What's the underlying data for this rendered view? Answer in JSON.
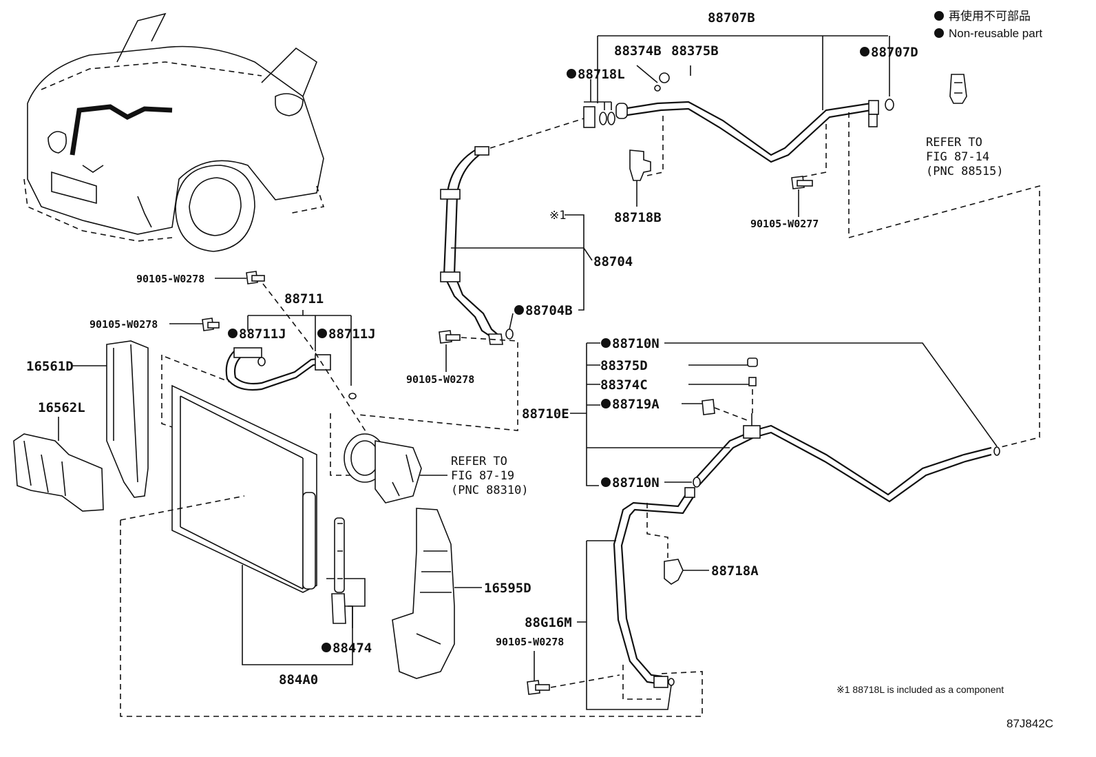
{
  "legend": {
    "jp": "再使用不可部品",
    "en": "Non-reusable part",
    "symbol": "●"
  },
  "footnote": "※1 88718L is included as a component",
  "footnote_marker": "※1",
  "figure_code": "87J842C",
  "references": [
    {
      "id": "ref-fig-87-14",
      "lines": [
        "REFER TO",
        "FIG 87-14",
        "(PNC 88515)"
      ]
    },
    {
      "id": "ref-fig-87-19",
      "lines": [
        "REFER TO",
        "FIG 87-19",
        "(PNC 88310)"
      ]
    }
  ],
  "parts": {
    "p88707B": "88707B",
    "p88374B": "88374B",
    "p88375B": "88375B",
    "p88707D": "88707D",
    "p88718L": "88718L",
    "p88718B": "88718B",
    "p90105_W0277": "90105-W0277",
    "p88704": "88704",
    "p88704B": "88704B",
    "p90105_W0278_a": "90105-W0278",
    "p90105_W0278_b": "90105-W0278",
    "p90105_W0278_c": "90105-W0278",
    "p90105_W0278_d": "90105-W0278",
    "p88711": "88711",
    "p88711J_a": "88711J",
    "p88711J_b": "88711J",
    "p16561D": "16561D",
    "p16562L": "16562L",
    "p88710N_a": "88710N",
    "p88375D": "88375D",
    "p88374C": "88374C",
    "p88719A": "88719A",
    "p88710E": "88710E",
    "p88710N_b": "88710N",
    "p88718A": "88718A",
    "p16595D": "16595D",
    "p88G16M": "88G16M",
    "p88474": "88474",
    "p884A0": "884A0"
  },
  "non_reusable": [
    "88707D",
    "88718L",
    "88704B",
    "88711J",
    "88710N",
    "88719A",
    "88474"
  ]
}
